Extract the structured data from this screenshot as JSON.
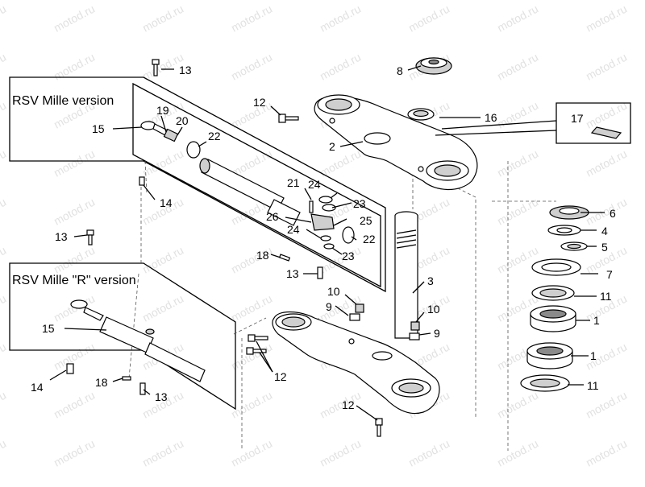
{
  "watermark": "motod.ru",
  "captions": {
    "rsv_mille": "RSV Mille version",
    "rsv_mille_r": "RSV Mille \"R\" version"
  },
  "labels": {
    "l13a": "13",
    "l8": "8",
    "l12a": "12",
    "l16": "16",
    "l17": "17",
    "l15a": "15",
    "l19": "19",
    "l20": "20",
    "l22a": "22",
    "l2": "2",
    "l14a": "14",
    "l21": "21",
    "l24a": "24",
    "l23a": "23",
    "l26": "26",
    "l25": "25",
    "l6": "6",
    "l24b": "24",
    "l22b": "22",
    "l4": "4",
    "l13b": "13",
    "l5": "5",
    "l23b": "23",
    "l18a": "18",
    "l7": "7",
    "l13c": "13",
    "l3": "3",
    "l10a": "10",
    "l11a": "11",
    "l9a": "9",
    "l15b": "15",
    "l10b": "10",
    "l1a": "1",
    "l9b": "9",
    "l12b": "12",
    "l1b": "1",
    "l14b": "14",
    "l18b": "18",
    "l13d": "13",
    "l11b": "11",
    "l12c": "12"
  }
}
